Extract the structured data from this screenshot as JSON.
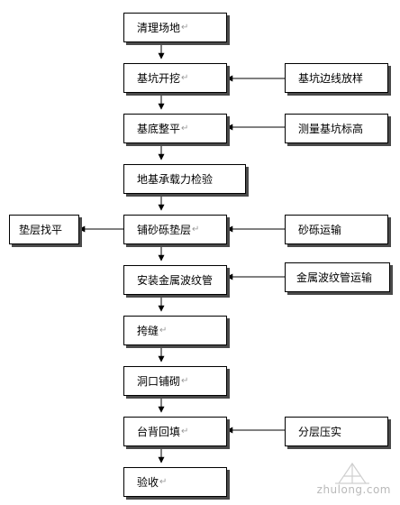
{
  "flowchart": {
    "main_steps": [
      "清理场地",
      "基坑开挖",
      "基底整平",
      "地基承载力检验",
      "铺砂砾垫层",
      "安装金属波纹管",
      "挎缝",
      "洞口铺砌",
      "台背回填",
      "验收"
    ],
    "right_inputs": [
      "基坑边线放样",
      "测量基坑标高",
      "砂砾运输",
      "金属波纹管运输",
      "分层压实"
    ],
    "left_outputs": [
      "垫层找平"
    ],
    "paragraph_mark": "↵"
  },
  "watermark": {
    "text": "zhulong.com"
  },
  "colors": {
    "border": "#000000",
    "shadow": "#4a4a4a",
    "watermark": "#b9b9b9"
  }
}
